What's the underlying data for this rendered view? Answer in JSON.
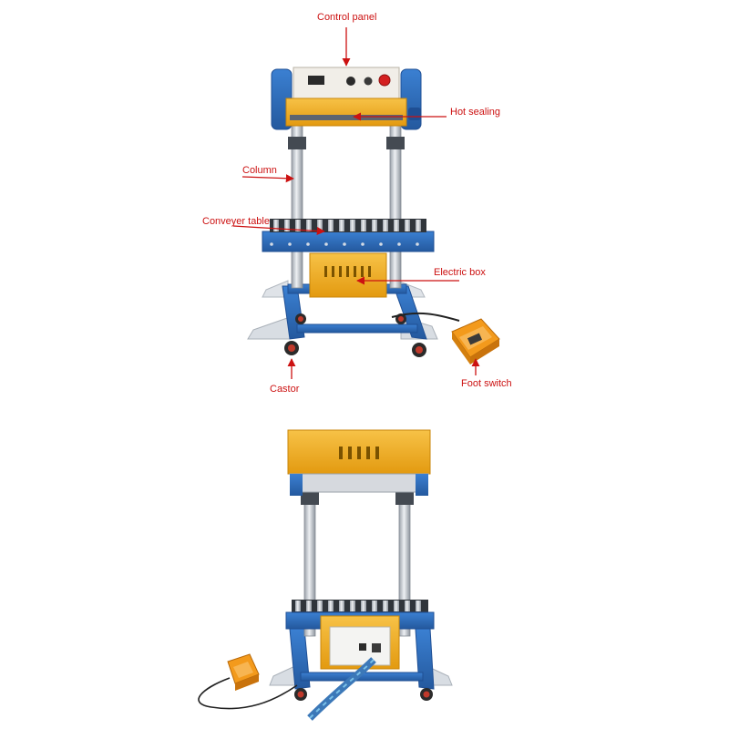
{
  "labels": {
    "control_panel": "Control panel",
    "hot_sealing": "Hot sealing",
    "column": "Column",
    "conveyer_table": "Conveyer table",
    "electric_box": "Electric box",
    "castor": "Castor",
    "foot_switch": "Foot switch"
  },
  "colors": {
    "label": "#cc1111",
    "frame_blue": "#2f6fc0",
    "frame_blue_dark": "#1f4f94",
    "box_yellow": "#f2b01e",
    "box_yellow_dark": "#d48f0a",
    "steel": "#c8ccd2",
    "switch_orange": "#f39a1c",
    "castor_red": "#c0392b"
  },
  "icons": {
    "arrow": "red-arrow-icon"
  }
}
